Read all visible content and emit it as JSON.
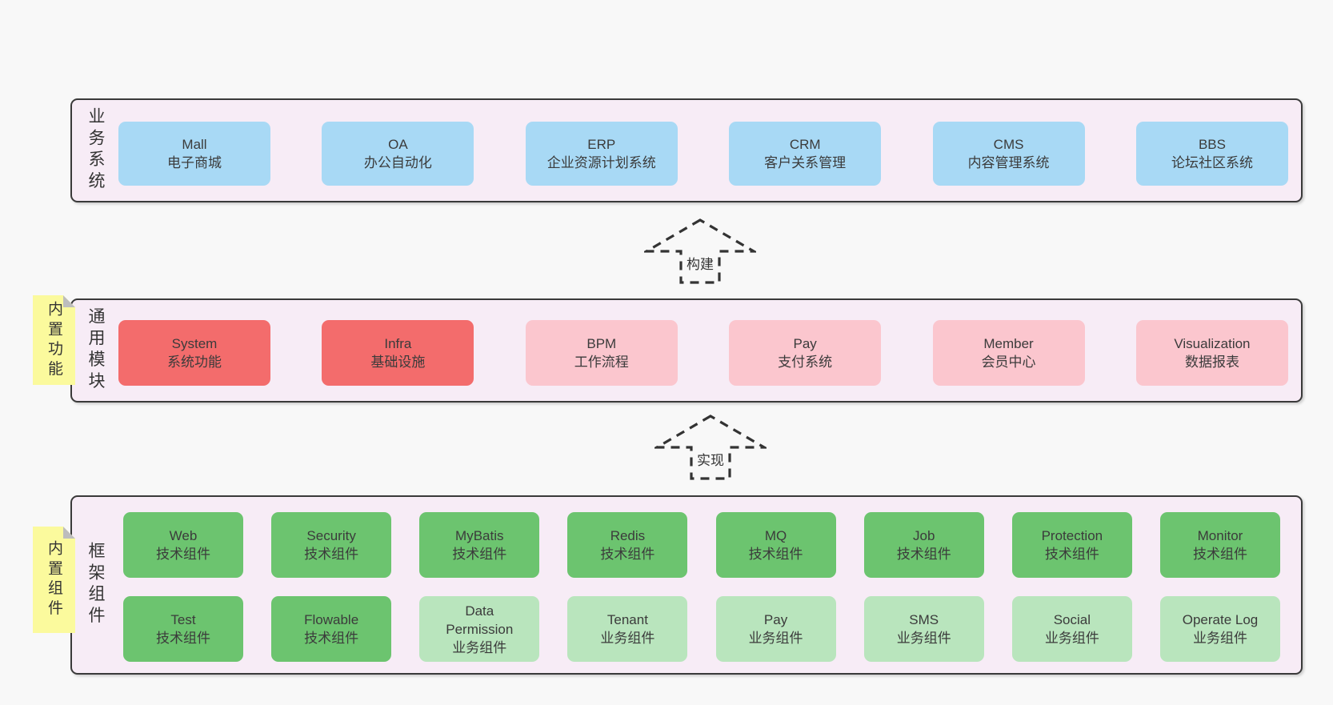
{
  "colors": {
    "page_bg": "#f8f8f8",
    "band_bg": "#f7ecf6",
    "band_border": "#3a3a3a",
    "blue_box": "#a8d9f5",
    "red_box": "#f36c6c",
    "pink_box": "#fbc6ce",
    "green_dark_box": "#6cc46f",
    "green_light_box": "#b9e5bd",
    "sticky_yellow": "#fbfa9d",
    "fold_gray": "#bdbdbd",
    "text": "#3b3b3b"
  },
  "arrows": [
    {
      "label": "构建"
    },
    {
      "label": "实现"
    }
  ],
  "bands": [
    {
      "side_label": "业务系统",
      "rows": [
        [
          {
            "en": "Mall",
            "zh": "电子商城"
          },
          {
            "en": "OA",
            "zh": "办公自动化"
          },
          {
            "en": "ERP",
            "zh": "企业资源计划系统"
          },
          {
            "en": "CRM",
            "zh": "客户关系管理"
          },
          {
            "en": "CMS",
            "zh": "内容管理系统"
          },
          {
            "en": "BBS",
            "zh": "论坛社区系统"
          }
        ]
      ]
    },
    {
      "side_label": "通用模块",
      "sticky": "内置功能",
      "rows": [
        [
          {
            "en": "System",
            "zh": "系统功能"
          },
          {
            "en": "Infra",
            "zh": "基础设施"
          },
          {
            "en": "BPM",
            "zh": "工作流程"
          },
          {
            "en": "Pay",
            "zh": "支付系统"
          },
          {
            "en": "Member",
            "zh": "会员中心"
          },
          {
            "en": "Visualization",
            "zh": "数据报表"
          }
        ]
      ]
    },
    {
      "side_label": "框架组件",
      "sticky": "内置组件",
      "rows": [
        [
          {
            "en": "Web",
            "zh": "技术组件"
          },
          {
            "en": "Security",
            "zh": "技术组件"
          },
          {
            "en": "MyBatis",
            "zh": "技术组件"
          },
          {
            "en": "Redis",
            "zh": "技术组件"
          },
          {
            "en": "MQ",
            "zh": "技术组件"
          },
          {
            "en": "Job",
            "zh": "技术组件"
          },
          {
            "en": "Protection",
            "zh": "技术组件"
          },
          {
            "en": "Monitor",
            "zh": "技术组件"
          }
        ],
        [
          {
            "en": "Test",
            "zh": "技术组件"
          },
          {
            "en": "Flowable",
            "zh": "技术组件"
          },
          {
            "en": "Data\nPermission",
            "zh": "业务组件"
          },
          {
            "en": "Tenant",
            "zh": "业务组件"
          },
          {
            "en": "Pay",
            "zh": "业务组件"
          },
          {
            "en": "SMS",
            "zh": "业务组件"
          },
          {
            "en": "Social",
            "zh": "业务组件"
          },
          {
            "en": "Operate Log",
            "zh": "业务组件"
          }
        ]
      ]
    }
  ]
}
